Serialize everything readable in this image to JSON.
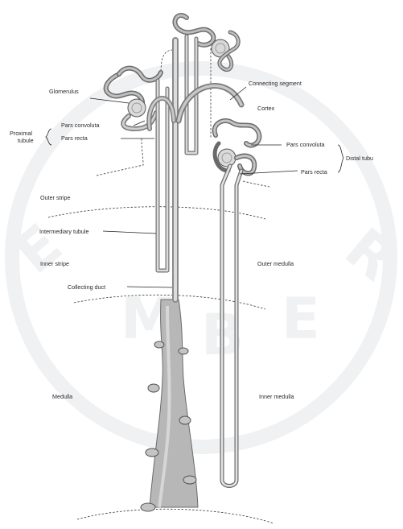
{
  "labels": {
    "glomerulus": "Glomerulus",
    "proximal_tubule_line1": "Proximal",
    "proximal_tubule_line2": "tubule",
    "pars_convoluta_left": "Pars convoluta",
    "pars_recta_left": "Pars recta",
    "connecting_segment": "Connecting segment",
    "cortex": "Cortex",
    "pars_convoluta_right": "Pars convoluta",
    "pars_recta_right": "Pars recta",
    "distal_tubule": "Distal tubu",
    "outer_stripe": "Outer stripe",
    "intermediary_tubule": "Intermediary tubule",
    "inner_stripe": "Inner stripe",
    "outer_medulla": "Outer medulla",
    "collecting_duct": "Collecting duct",
    "medulla": "Medulla",
    "inner_medulla": "Inner medulla"
  },
  "watermark": {
    "letters": [
      "E",
      "M",
      "B",
      "E",
      "R"
    ]
  }
}
